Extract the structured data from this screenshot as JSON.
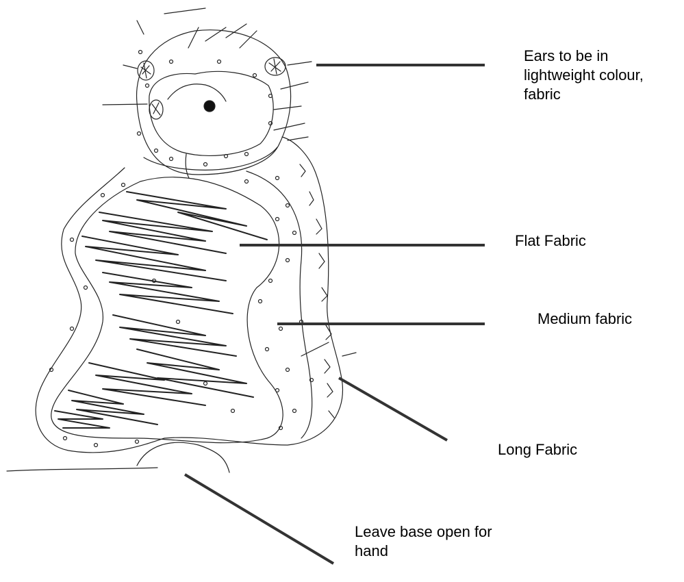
{
  "diagram": {
    "colors": {
      "ink": "#222222",
      "leader": "#333333",
      "background": "#ffffff"
    },
    "labels": [
      {
        "id": "ears",
        "text": "Ears to be in\nlightweight colour,\nfabric"
      },
      {
        "id": "flat",
        "text": "Flat Fabric"
      },
      {
        "id": "medium",
        "text": "Medium fabric"
      },
      {
        "id": "long",
        "text": "Long Fabric"
      },
      {
        "id": "base",
        "text": "Leave base open for\nhand"
      }
    ]
  }
}
